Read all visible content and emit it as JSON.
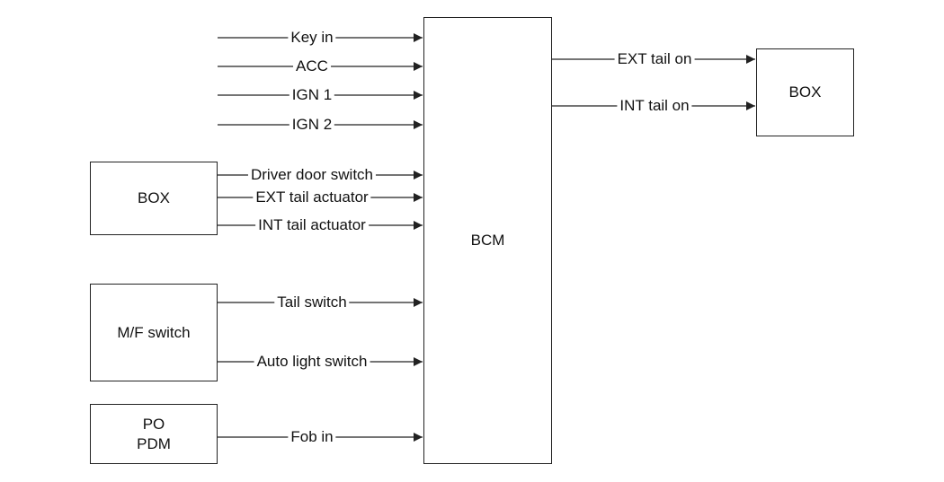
{
  "blocks": {
    "bcm": "BCM",
    "box_left": "BOX",
    "box_right": "BOX",
    "mf_switch": "M/F switch",
    "po_pdm": [
      "PO",
      "PDM"
    ]
  },
  "inputs": {
    "key_in": "Key in",
    "acc": "ACC",
    "ign1": "IGN 1",
    "ign2": "IGN 2",
    "driver_door_switch": "Driver door switch",
    "ext_tail_actuator": "EXT tail actuator",
    "int_tail_actuator": "INT tail actuator",
    "tail_switch": "Tail switch",
    "auto_light_switch": "Auto light switch",
    "fob_in": "Fob in"
  },
  "outputs": {
    "ext_tail_on": "EXT tail on",
    "int_tail_on": "INT tail on"
  },
  "colors": {
    "stroke": "#222222",
    "background": "#ffffff"
  }
}
